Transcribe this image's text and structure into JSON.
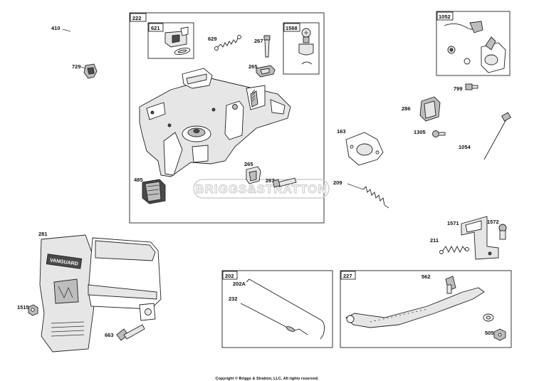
{
  "callouts": {
    "c410": "410",
    "c729": "729",
    "c222": "222",
    "c621": "621",
    "c629": "629",
    "c267a": "267",
    "c1568": "1568",
    "c265a": "265",
    "c485": "485",
    "c265b": "265",
    "c267b": "267",
    "c1052": "1052",
    "c799": "799",
    "c286": "286",
    "c163": "163",
    "c1305": "1305",
    "c1054": "1054",
    "c209": "209",
    "c281": "281",
    "c1515": "1515",
    "c663": "663",
    "c202": "202",
    "c202a": "202A",
    "c232": "232",
    "c227": "227",
    "c562": "562",
    "c505": "505",
    "c1571": "1571",
    "c1572": "1572",
    "c211": "211"
  },
  "watermark": "BRIGGS&STRATTON",
  "housing_badge": "VANGUARD",
  "copyright": "Copyright © Briggs & Stratton, LLC. All rights reserved."
}
